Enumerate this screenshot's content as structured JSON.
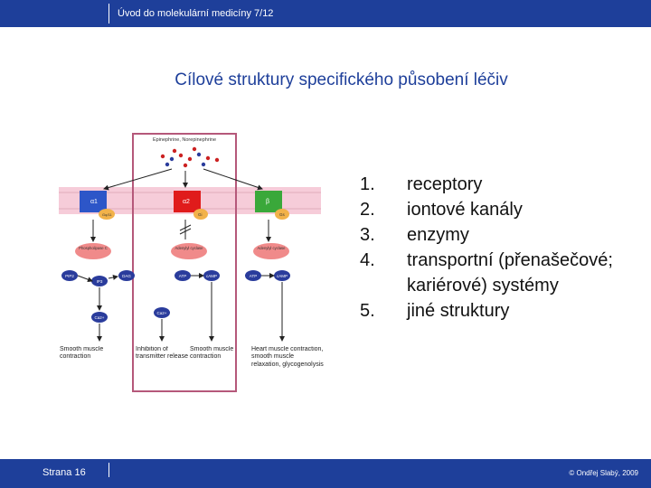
{
  "header": {
    "course_title": "Úvod do molekulární medicíny 7/12"
  },
  "slide": {
    "title": "Cílové struktury specifického působení léčiv"
  },
  "list": {
    "items": [
      {
        "num": "1.",
        "text": "receptory"
      },
      {
        "num": "2.",
        "text": "iontové kanály"
      },
      {
        "num": "3.",
        "text": "enzymy"
      },
      {
        "num": "4.",
        "text": "transportní (přenašečové; kariérové) systémy"
      },
      {
        "num": "5.",
        "text": "jiné struktury"
      }
    ]
  },
  "figure": {
    "ligand_label": "Epinephrine, Norepinephrine",
    "receptors": [
      {
        "name": "α1",
        "gprotein": "Gq/11",
        "color": "#2d56c8"
      },
      {
        "name": "α2",
        "gprotein": "Gi",
        "color": "#e01b1b"
      },
      {
        "name": "β",
        "gprotein": "Gs",
        "color": "#3aa83a"
      }
    ],
    "effectors": [
      "Phospholipase C",
      "Adenylyl cyclase",
      "Adenylyl cyclase"
    ],
    "molecules": [
      "PIP2",
      "IP3",
      "DAG",
      "Ca2+",
      "ATP",
      "cAMP",
      "Ca2+",
      "ATP",
      "cAMP"
    ],
    "outcomes": [
      "Smooth muscle contraction",
      "Inhibition of transmitter release",
      "Smooth muscle contraction",
      "Heart muscle contraction, smooth muscle relaxation, glycogenolysis"
    ]
  },
  "footer": {
    "page": "Strana 16",
    "copyright": "© Ondřej Slabý, 2009"
  },
  "colors": {
    "brand_blue": "#1e3f9a",
    "alpha1": "#2d56c8",
    "alpha2": "#e01b1b",
    "beta": "#3aa83a",
    "effector_pink": "#f08a8a"
  }
}
